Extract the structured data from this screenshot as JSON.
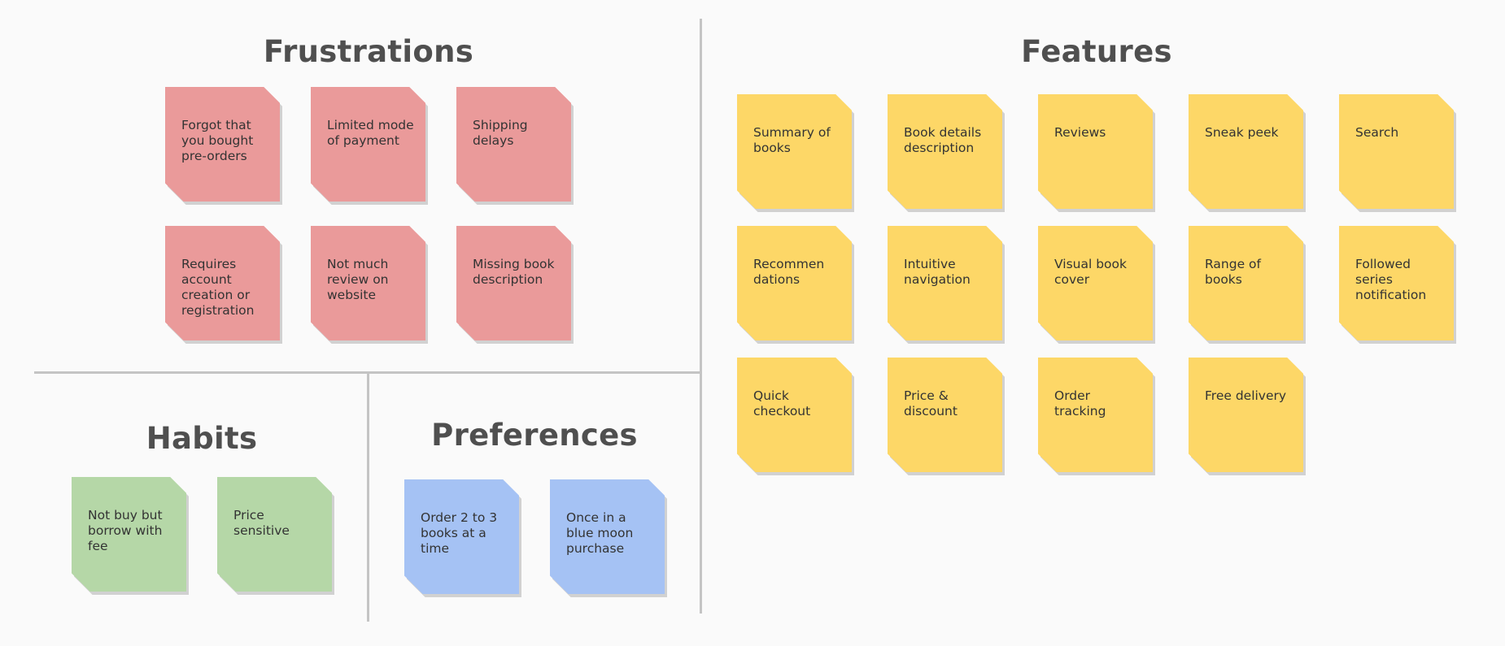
{
  "frustrations": {
    "title": "Frustrations",
    "color": "#ea9a9a",
    "notes": [
      "Forgot that you bought pre-orders",
      "Limited mode of payment",
      "Shipping delays",
      "Requires account creation or registration",
      "Not much review on website",
      "Missing book description"
    ]
  },
  "features": {
    "title": "Features",
    "color": "#fdd767",
    "notes": [
      "Summary of books",
      "Book details description",
      "Reviews",
      "Sneak peek",
      "Search",
      "Recommen dations",
      "Intuitive navigation",
      "Visual book cover",
      "Range of books",
      "Followed series notification",
      "Quick checkout",
      "Price & discount",
      "Order tracking",
      "Free delivery"
    ]
  },
  "habits": {
    "title": "Habits",
    "color": "#b5d7a7",
    "notes": [
      "Not buy but borrow with fee",
      "Price sensitive"
    ]
  },
  "preferences": {
    "title": "Preferences",
    "color": "#a5c2f4",
    "notes": [
      "Order 2 to 3 books at a time",
      "Once in a blue moon purchase"
    ]
  }
}
